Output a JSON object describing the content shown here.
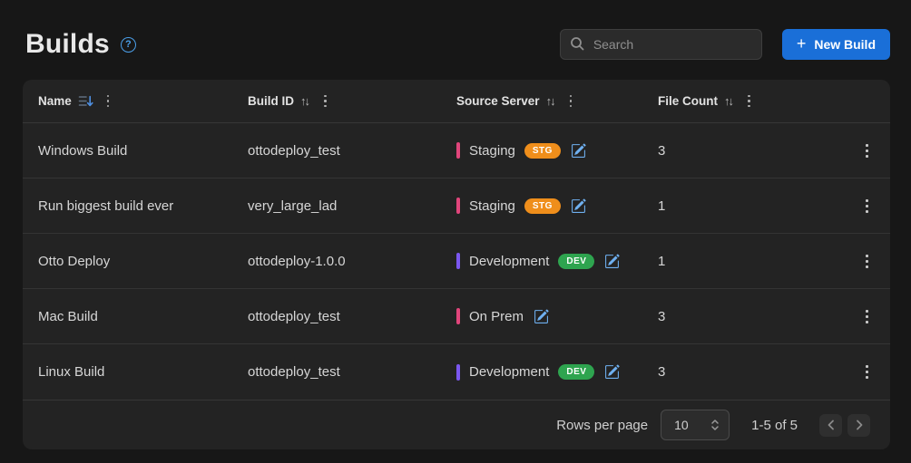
{
  "header": {
    "title": "Builds",
    "help_icon_glyph": "?"
  },
  "toolbar": {
    "search_placeholder": "Search",
    "new_build_label": "New Build",
    "plus_icon": "+"
  },
  "icons": {
    "sort_both_glyph": "↑↓"
  },
  "table": {
    "columns": [
      {
        "label": "Name",
        "sort_state": "sorted-desc"
      },
      {
        "label": "Build ID",
        "sort_state": "unsorted"
      },
      {
        "label": "Source Server",
        "sort_state": "unsorted"
      },
      {
        "label": "File Count",
        "sort_state": "unsorted"
      }
    ],
    "rows": [
      {
        "name": "Windows Build",
        "build_id": "ottodeploy_test",
        "server": "Staging",
        "badge": "STG",
        "badge_color": "#ef8e1b",
        "bar_color": "#e0457b",
        "file_count": "3"
      },
      {
        "name": "Run biggest build ever",
        "build_id": "very_large_lad",
        "server": "Staging",
        "badge": "STG",
        "badge_color": "#ef8e1b",
        "bar_color": "#e0457b",
        "file_count": "1"
      },
      {
        "name": "Otto Deploy",
        "build_id": "ottodeploy-1.0.0",
        "server": "Development",
        "badge": "DEV",
        "badge_color": "#2ea44f",
        "bar_color": "#7b57f0",
        "file_count": "1"
      },
      {
        "name": "Mac Build",
        "build_id": "ottodeploy_test",
        "server": "On Prem",
        "badge": null,
        "badge_color": null,
        "bar_color": "#e0457b",
        "file_count": "3"
      },
      {
        "name": "Linux Build",
        "build_id": "ottodeploy_test",
        "server": "Development",
        "badge": "DEV",
        "badge_color": "#2ea44f",
        "bar_color": "#7b57f0",
        "file_count": "3"
      }
    ]
  },
  "pagination": {
    "rows_per_page_label": "Rows per page",
    "rows_per_page_value": "10",
    "range_label": "1-5 of 5"
  },
  "colors": {
    "accent_blue": "#1a6fd8",
    "edit_icon_blue": "#6fb0f0",
    "help_icon_blue": "#4b9fea",
    "badge_stg_orange": "#ef8e1b",
    "badge_dev_green": "#2ea44f",
    "server_bar_pink": "#e0457b",
    "server_bar_purple": "#7b57f0"
  }
}
